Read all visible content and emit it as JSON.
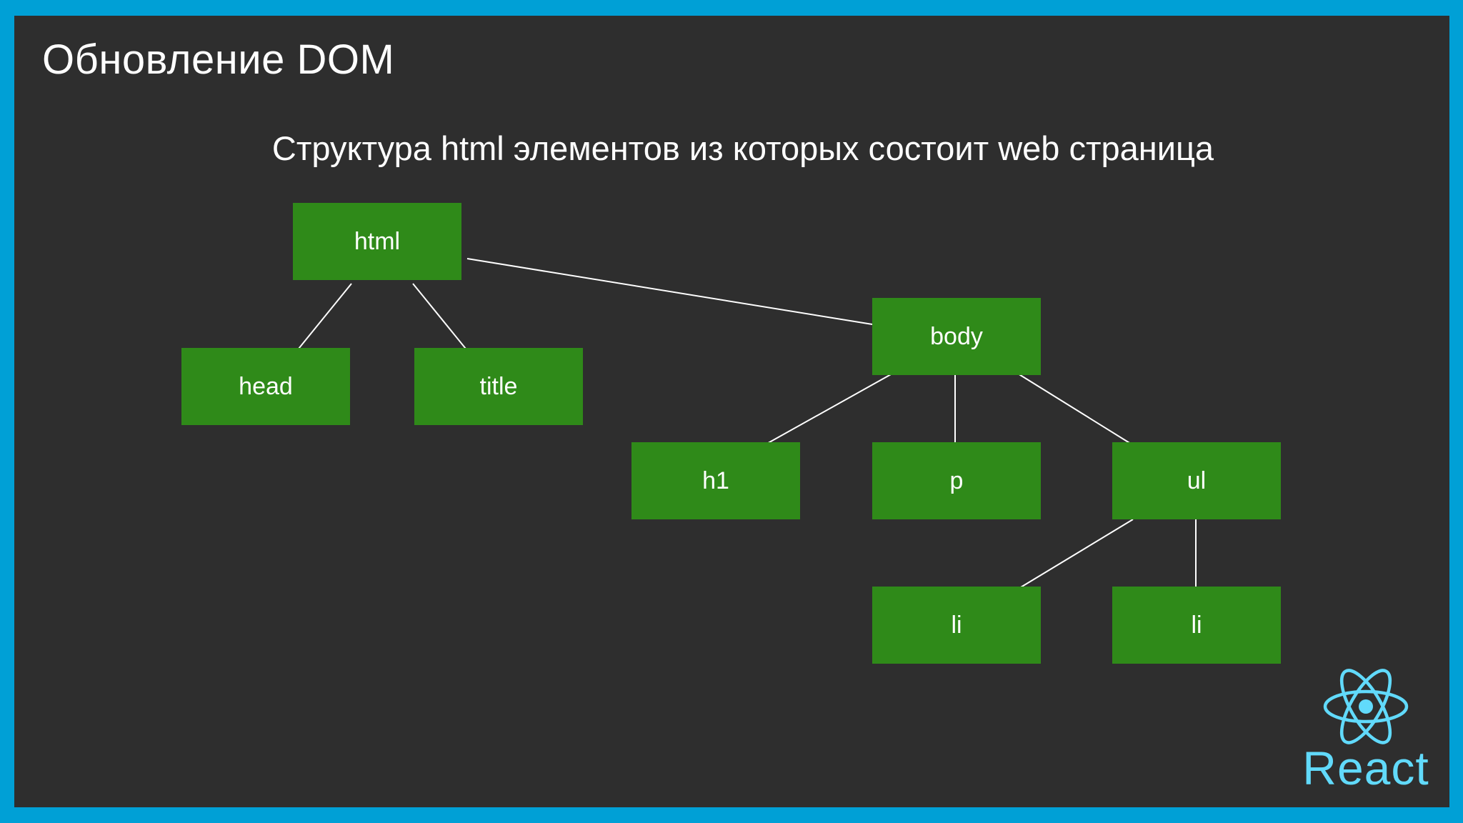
{
  "slide": {
    "title": "Обновление DOM",
    "subtitle": "Структура html элементов из которых состоит web страница"
  },
  "tree": {
    "html": "html",
    "head": "head",
    "title": "title",
    "body": "body",
    "h1": "h1",
    "p": "p",
    "ul": "ul",
    "li_1": "li",
    "li_2": "li"
  },
  "branding": {
    "logo_text": "React",
    "logo_icon": "react-atom-icon",
    "logo_color": "#61dafb"
  },
  "colors": {
    "background": "#2e2e2e",
    "frame": "#00a0d6",
    "node_fill": "#2f8a19",
    "connector": "#ffffff"
  }
}
